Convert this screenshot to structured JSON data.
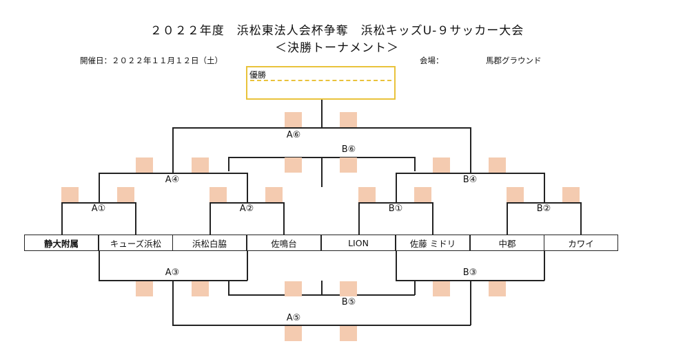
{
  "header": {
    "title_line1": "２０２２年度　浜松東法人会杯争奪　浜松キッズU-９サッカー大会",
    "title_line2": "＜決勝トーナメント＞",
    "date_label": "開催日：２０２２年１１月１２日（土）",
    "venue_label": "会場：",
    "venue_name": "馬郡グラウンド"
  },
  "winner_box": {
    "label": "優勝"
  },
  "teams": [
    "静大附属",
    "キューズ浜松",
    "浜松白脇",
    "佐鳴台",
    "LION",
    "佐藤 ミドリ",
    "中郡",
    "カワイ"
  ],
  "matches": {
    "A1": "A①",
    "A2": "A②",
    "B1": "B①",
    "B2": "B②",
    "A4": "A④",
    "B4": "B④",
    "A6": "A⑥",
    "B6": "B⑥",
    "A3": "A③",
    "B3": "B③",
    "B5": "B⑤",
    "A5": "A⑤"
  },
  "colors": {
    "winner_border": "#e9c23a",
    "score_box": "#f4cbb0",
    "line": "#222222"
  }
}
